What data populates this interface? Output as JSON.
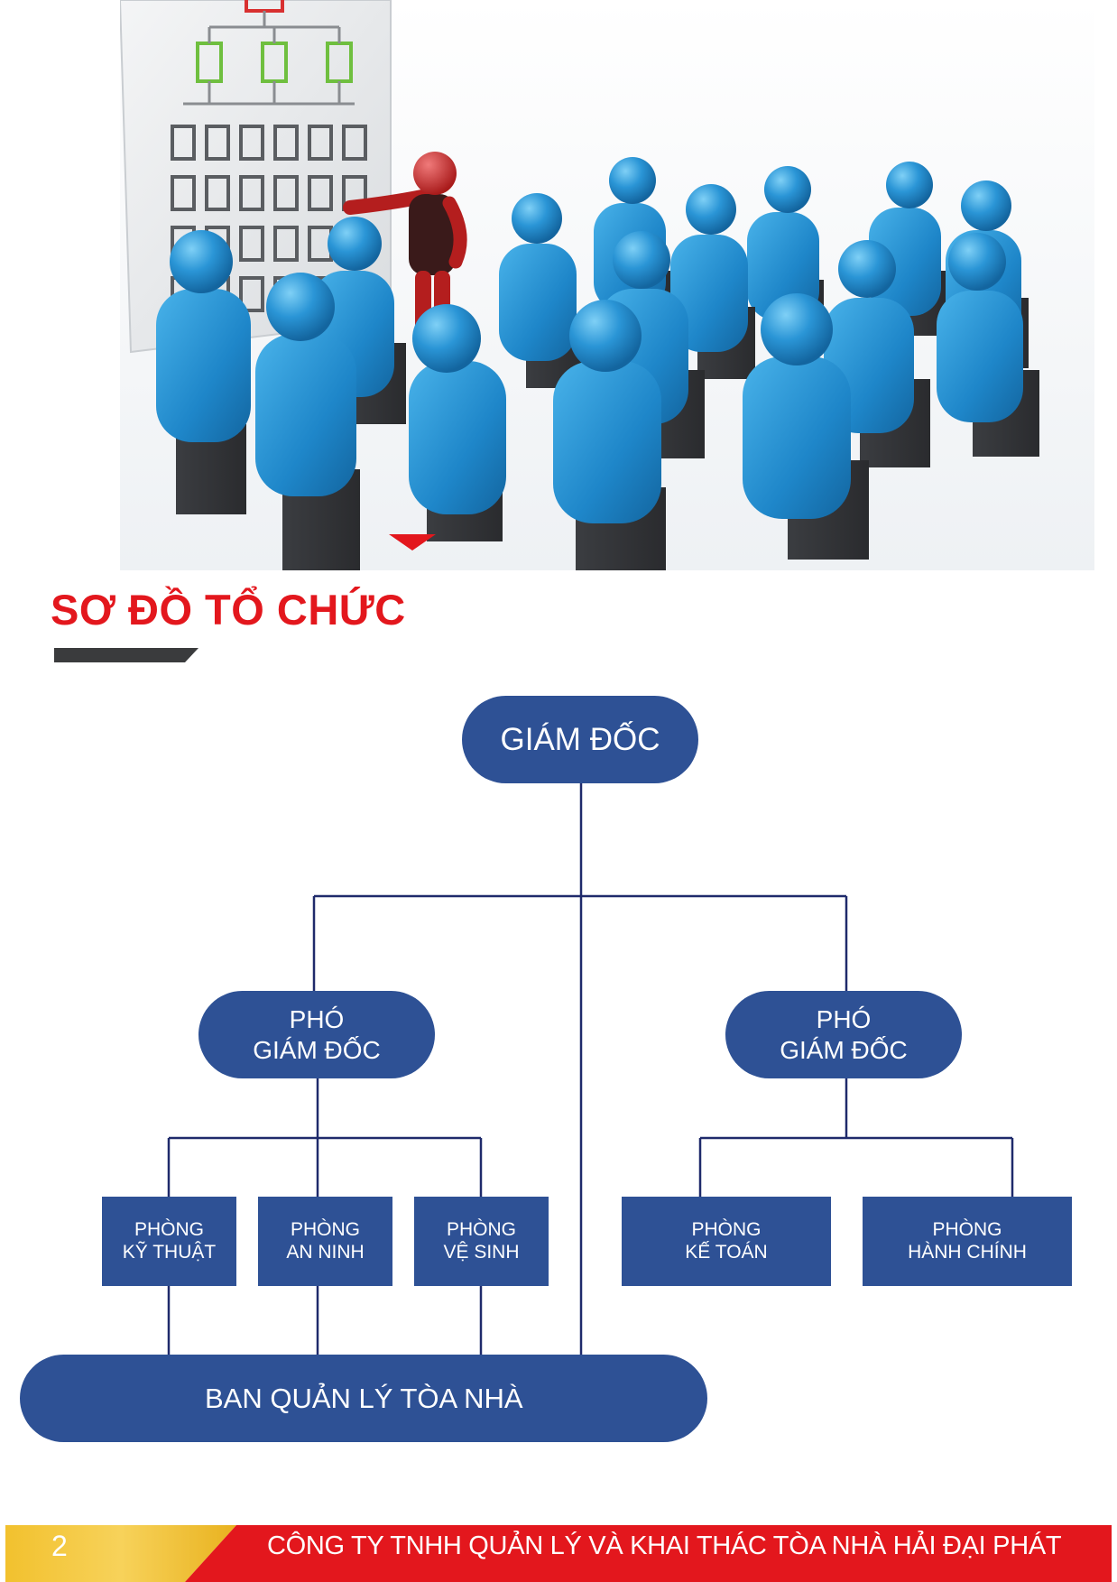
{
  "header": {
    "title": "SƠ ĐỒ TỔ CHỨC"
  },
  "org_chart": {
    "director": "GIÁM ĐỐC",
    "deputies": [
      {
        "line1": "PHÓ",
        "line2": "GIÁM ĐỐC"
      },
      {
        "line1": "PHÓ",
        "line2": "GIÁM ĐỐC"
      }
    ],
    "departments": [
      {
        "line1": "PHÒNG",
        "line2": "KỸ THUẬT"
      },
      {
        "line1": "PHÒNG",
        "line2": "AN NINH"
      },
      {
        "line1": "PHÒNG",
        "line2": "VỆ SINH"
      },
      {
        "line1": "PHÒNG",
        "line2": "KẾ TOÁN"
      },
      {
        "line1": "PHÒNG",
        "line2": "HÀNH CHÍNH"
      }
    ],
    "management_board": "BAN QUẢN LÝ TÒA NHÀ"
  },
  "footer": {
    "page_number": "2",
    "company": "CÔNG TY TNHH QUẢN LÝ VÀ KHAI THÁC TÒA NHÀ HẢI ĐẠI PHÁT"
  },
  "colors": {
    "accent_red": "#e3171d",
    "node_blue": "#2e5195",
    "connector": "#1f2a6b",
    "footer_gold": "#f2c12e"
  }
}
